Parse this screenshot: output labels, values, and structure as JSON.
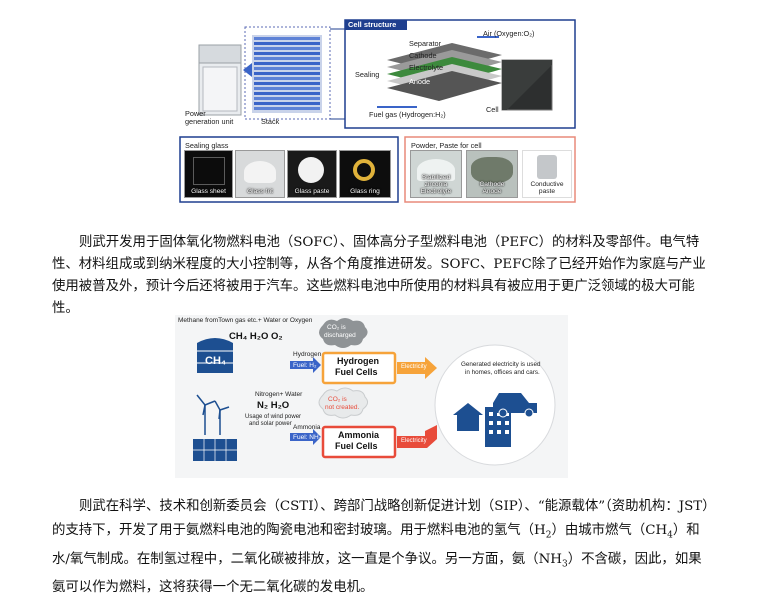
{
  "figure1": {
    "cell_structure_title": "Cell structure",
    "labels": {
      "separator": "Separator",
      "cathode": "Cathode",
      "electrolyte": "Electrolyte",
      "anode": "Anode",
      "sealing": "Sealing",
      "air": "Air (Oxygen:O₂)",
      "fuel_gas": "Fuel gas (Hydrogen:H₂)",
      "cell": "Cell",
      "power_unit_line1": "Power",
      "power_unit_line2": "generation unit",
      "stack": "Stack"
    },
    "sealing_glass": {
      "title": "Sealing glass",
      "items": [
        "Glass sheet",
        "Glass frit",
        "Glass paste",
        "Glass ring"
      ]
    },
    "powder": {
      "title": "Powder, Paste for cell",
      "items": [
        {
          "line1": "Stabilized zirconia",
          "line2": "Electrolyte"
        },
        {
          "line1": "Cathode",
          "line2": "Anode"
        },
        {
          "line1": "Conductive",
          "line2": "paste"
        }
      ]
    }
  },
  "paragraph1": "则武开发用于固体氧化物燃料电池（SOFC）、固体高分子型燃料电池（PEFC）的材料及零部件。电气特性、材料组成或到纳米程度的大小控制等，从各个角度推进研发。SOFC、PEFC除了已经开始作为家庭与产业使用被普及外，预计今后还将被用于汽车。这些燃料电池中所使用的材料具有被应用于更广泛领域的极大可能性。",
  "figure2": {
    "methane_note": "Methane fromTown gas etc.+ Water or Oxygen",
    "formula_top": "CH₄  H₂O O₂",
    "co2_discharged_l1": "CO₂ is",
    "co2_discharged_l2": "discharged",
    "ch4_label": "CH₄",
    "hydrogen_label": "Hydrogen",
    "fuel_h2": "Fuel: H₂",
    "hydrogen_cells_l1": "Hydrogen",
    "hydrogen_cells_l2": "Fuel Cells",
    "electricity_1": "Electricity",
    "electricity_2": "Electricity",
    "generated_l1": "Generated electricity is used",
    "generated_l2": "in homes, offices and cars.",
    "nitrogen_water": "Nitrogen+ Water",
    "formula_bottom": "N₂  H₂O",
    "usage_l1": "Usage of wind power",
    "usage_l2": "and solar power",
    "co2_not_l1": "CO₂ is",
    "co2_not_l2": "not created.",
    "ammonia_label": "Ammonia",
    "fuel_nh3": "Fuel: NH₃",
    "ammonia_cells_l1": "Ammonia",
    "ammonia_cells_l2": "Fuel Cells"
  },
  "paragraph2": {
    "part1": "则武在科学、技术和创新委员会（CSTI）、跨部门战略创新促进计划（SIP）、“能源载体”（资助机构：JST）的支持下，开发了用于氨燃料电池的陶瓷电池和密封玻璃。用于燃料电池的氢气（H",
    "sub1": "2",
    "part2": "）由城市燃气（CH",
    "sub2": "4",
    "part3": "）和水/氧气制成。在制氢过程中，二氧化碳被排放，这一直是个争议。另一方面，氨（NH",
    "sub3": "3",
    "part4": "）不含碳，因此，如果氨可以作为燃料，这将获得一个无二氧化碳的发电机。"
  },
  "colors": {
    "stack_blue": "#3a64c8",
    "cell_structure_bar": "#1f3f8f",
    "powder_border": "#e98a7a",
    "hydrogen_bar": "#f6a33a",
    "ammonia_bar": "#e84b3a",
    "icon_blue": "#1d4f91"
  }
}
